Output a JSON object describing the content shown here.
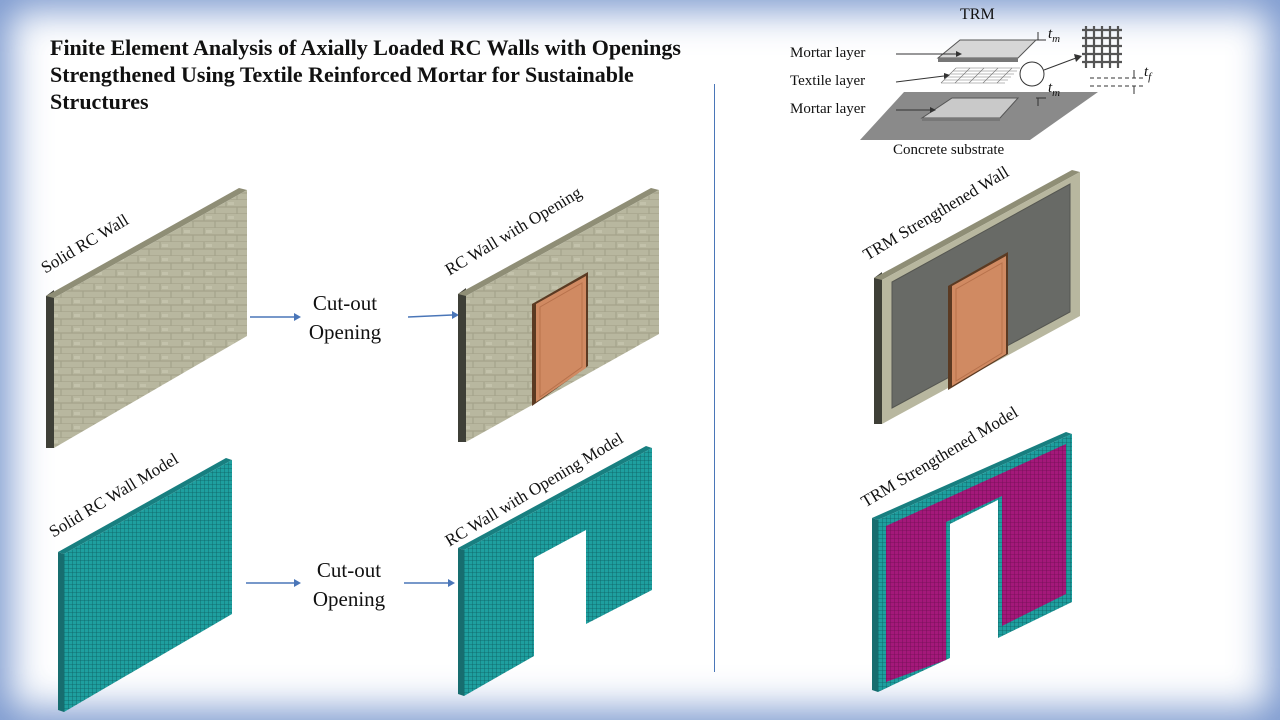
{
  "slide": {
    "title": "Finite Element Analysis of Axially Loaded RC Walls with Openings Strengthened Using Textile Reinforced Mortar for Sustainable Structures"
  },
  "panels": {
    "solid_wall": "Solid RC Wall",
    "wall_opening": "RC Wall with Opening",
    "trm_wall": "TRM Strengthened Wall",
    "solid_model": "Solid RC Wall Model",
    "opening_model": "RC Wall with Opening Model",
    "trm_model": "TRM Strengthened Model"
  },
  "steps": {
    "top_line1": "Cut-out",
    "top_line2": "Opening",
    "bottom_line1": "Cut-out",
    "bottom_line2": "Opening"
  },
  "trm_diagram": {
    "heading": "TRM",
    "mortar_top": "Mortar layer",
    "textile": "Textile layer",
    "mortar_bottom": "Mortar layer",
    "substrate": "Concrete substrate",
    "tm_top": "t",
    "tm_top_sub": "m",
    "tm_bottom": "t",
    "tm_bottom_sub": "m",
    "tf": "t",
    "tf_sub": "f"
  },
  "colors": {
    "accent": "#4a76b8",
    "wall_face": "#b5b39b",
    "wall_edge": "#3e3f37",
    "door": "#d08a62",
    "mesh": "#1e9f9f",
    "trm_mesh": "#a4187a",
    "trm_face": "#686a66"
  }
}
